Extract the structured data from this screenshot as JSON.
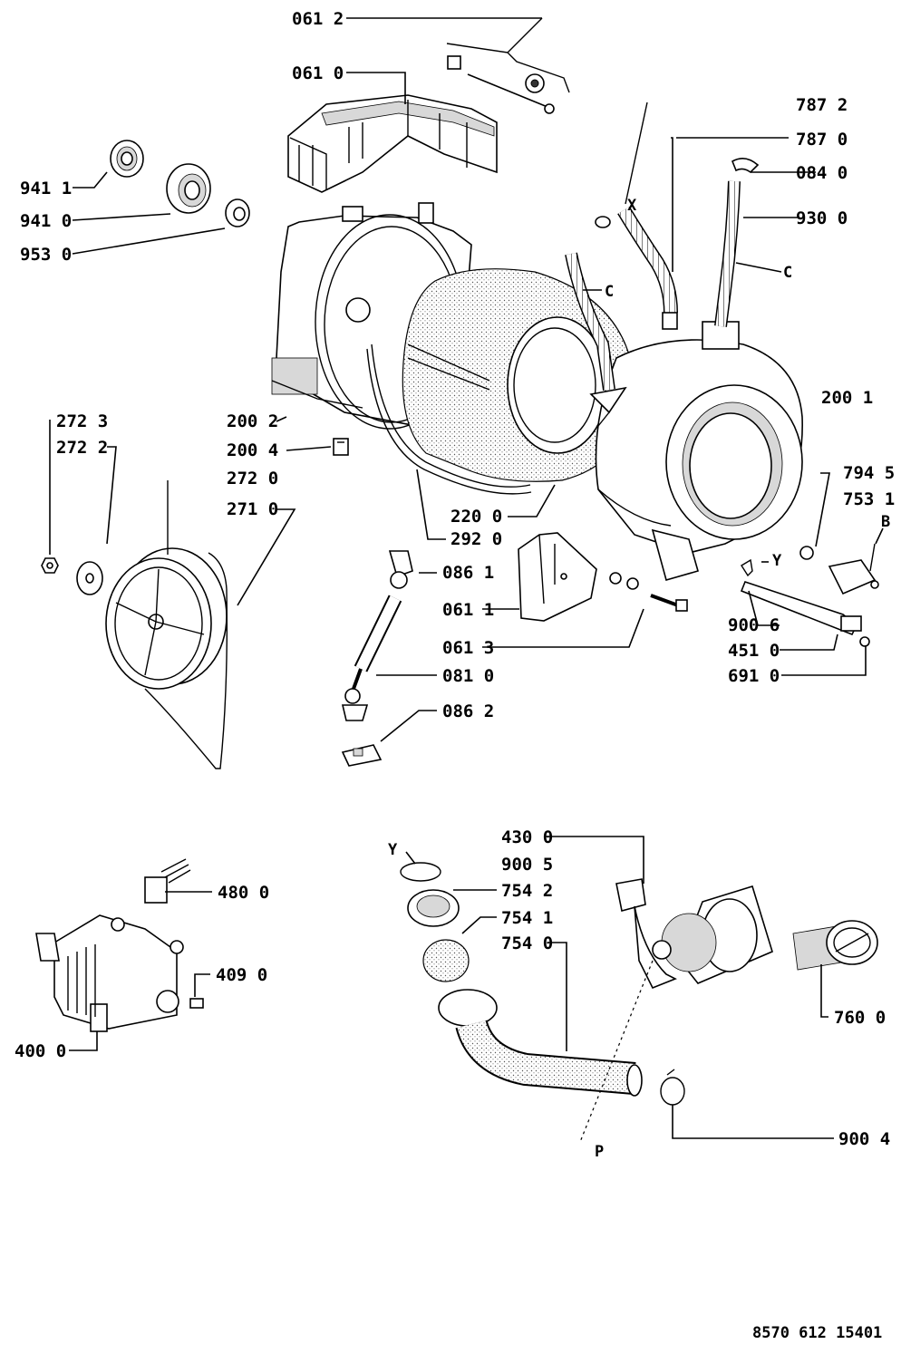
{
  "labels": {
    "p0612": "061 2",
    "p0610": "061 0",
    "p7872": "787 2",
    "p7870": "787 0",
    "p0840": "084 0",
    "p9411": "941 1",
    "p9410": "941 0",
    "p9530": "953 0",
    "p9300": "930 0",
    "p2001": "200 1",
    "p2723": "272 3",
    "p2722": "272 2",
    "p2002": "200 2",
    "p2004": "200 4",
    "p2720": "272 0",
    "p2710": "271 0",
    "p7945": "794 5",
    "p7531": "753 1",
    "p2200": "220 0",
    "p2920": "292 0",
    "p0861": "086 1",
    "p0611": "061 1",
    "p0613": "061 3",
    "p9006": "900 6",
    "p4510": "451 0",
    "p6910": "691 0",
    "p0810": "081 0",
    "p0862": "086 2",
    "p4300": "430 0",
    "p9005": "900 5",
    "p7542": "754 2",
    "p7541": "754 1",
    "p7540": "754 0",
    "p4800": "480 0",
    "p4090": "409 0",
    "p4000": "400 0",
    "p7600": "760 0",
    "p9004": "900 4"
  },
  "letters": {
    "x": "X",
    "c_left": "C",
    "c_right": "C",
    "y_upper": "Y",
    "b": "B",
    "y_lower": "Y",
    "p": "P"
  },
  "footer": {
    "doc_code": "8570 612 15401"
  }
}
